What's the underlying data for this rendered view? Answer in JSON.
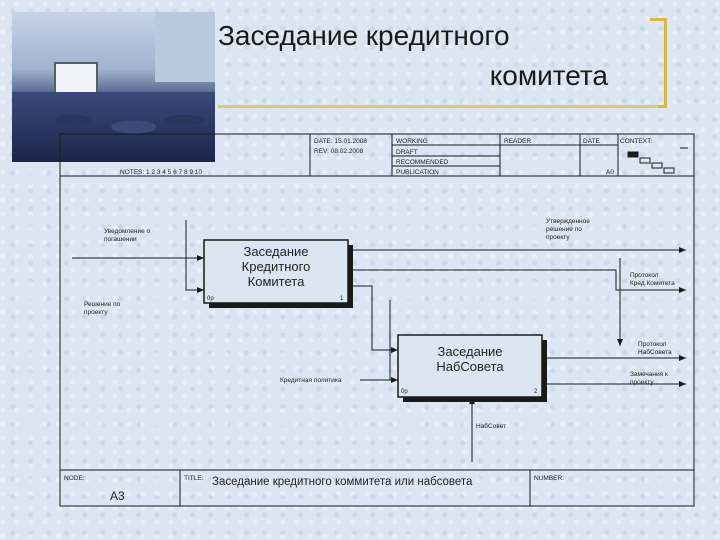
{
  "title": {
    "line1": "Заседание кредитного",
    "line2": "комитета"
  },
  "header": {
    "date": "DATE: 15.01.2008",
    "rev": "REV: 08.02.2008",
    "working": "WORKING",
    "draft": "DRAFT",
    "recommended": "RECOMMENDED",
    "publication": "PUBLICATION",
    "reader": "READER",
    "date_col": "DATE",
    "context": "CONTEXT:",
    "a0": "A0",
    "notes": "NOTES: 1 2 3 4 5 6 7 8 9 10"
  },
  "boxes": [
    {
      "line1": "Заседание",
      "line2": "Кредитного",
      "line3": "Комитета",
      "ref": "0р",
      "num": "1"
    },
    {
      "line1": "Заседание",
      "line2": "НабСовета",
      "ref": "0р",
      "num": "2"
    }
  ],
  "arrows": {
    "notice": [
      "Уведомление о",
      "погашении"
    ],
    "decision": [
      "Решение по",
      "проекту"
    ],
    "approved": [
      "Утвержденное",
      "решение по",
      "проекту"
    ],
    "protocol_credit": [
      "Протокол",
      "Кред.Комитета"
    ],
    "protocol_nab": [
      "Протокол",
      "НабСовета"
    ],
    "remarks": [
      "Замечания к",
      "проекту"
    ],
    "credit_policy": "Кредитная политика",
    "nabsovet": "НабСовет"
  },
  "footer": {
    "node": "NODE:",
    "node_value": "A3",
    "title_label": "TITLE:",
    "title_value": "Заседание кредитного коммитета или набсовета",
    "number": "NUMBER:"
  },
  "colors": {
    "accent": "#d8b848",
    "line": "#1a1a1a",
    "page": "#dce6f2"
  }
}
